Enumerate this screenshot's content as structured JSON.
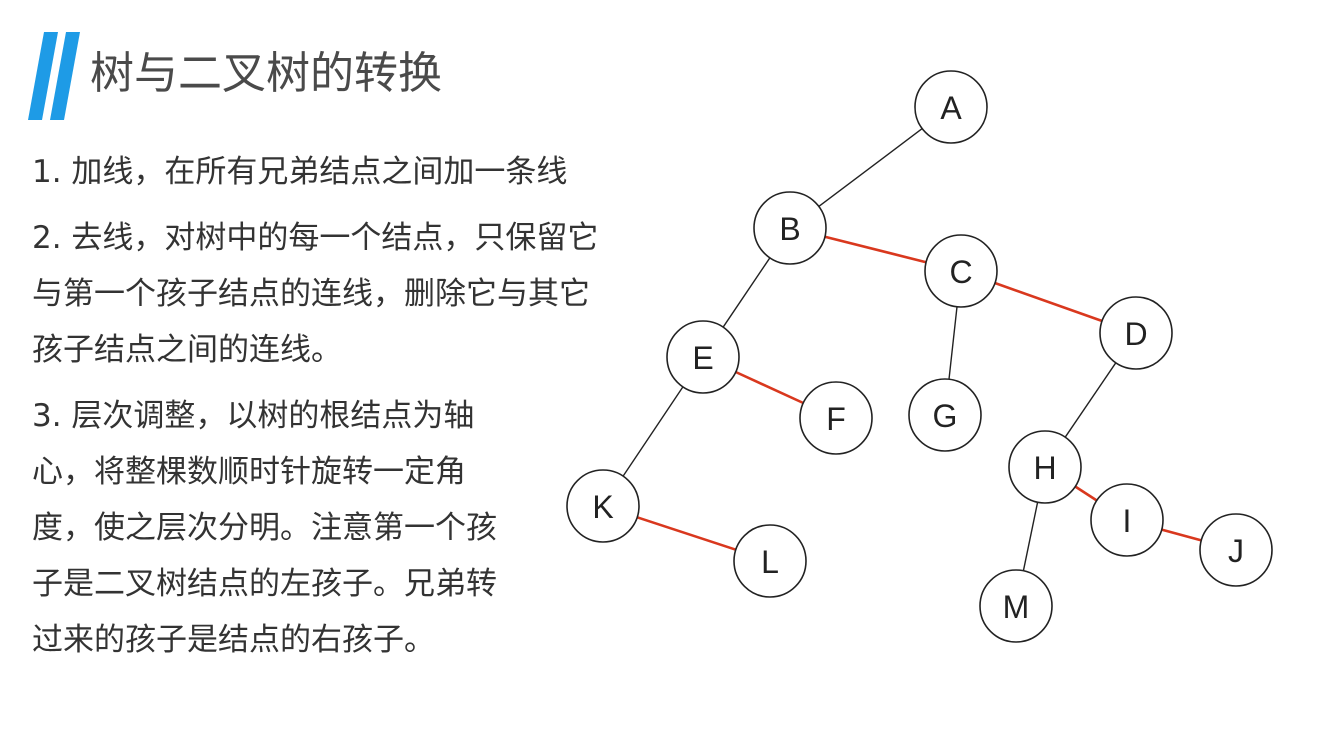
{
  "title": "树与二叉树的转换",
  "accent_color": "#1e9be6",
  "steps": [
    "1. 加线，在所有兄弟结点之间加一条线",
    "2. 去线，对树中的每一个结点，只保留它与第一个孩子结点的连线，删除它与其它孩子结点之间的连线。",
    "3. 层次调整，以树的根结点为轴心，将整棵数顺时针旋转一定角度，使之层次分明。注意第一个孩子是二叉树结点的左孩子。兄弟转过来的孩子是结点的右孩子。"
  ],
  "tree": {
    "nodes": [
      "A",
      "B",
      "C",
      "D",
      "E",
      "F",
      "G",
      "H",
      "I",
      "J",
      "K",
      "L",
      "M"
    ],
    "left_child_edges": [
      [
        "A",
        "B"
      ],
      [
        "B",
        "E"
      ],
      [
        "C",
        "G"
      ],
      [
        "D",
        "H"
      ],
      [
        "E",
        "K"
      ],
      [
        "H",
        "M"
      ]
    ],
    "sibling_edges": [
      [
        "B",
        "C"
      ],
      [
        "C",
        "D"
      ],
      [
        "E",
        "F"
      ],
      [
        "H",
        "I"
      ],
      [
        "I",
        "J"
      ],
      [
        "K",
        "L"
      ]
    ],
    "left_edge_color": "#222222",
    "sibling_edge_color": "#d9381e"
  }
}
